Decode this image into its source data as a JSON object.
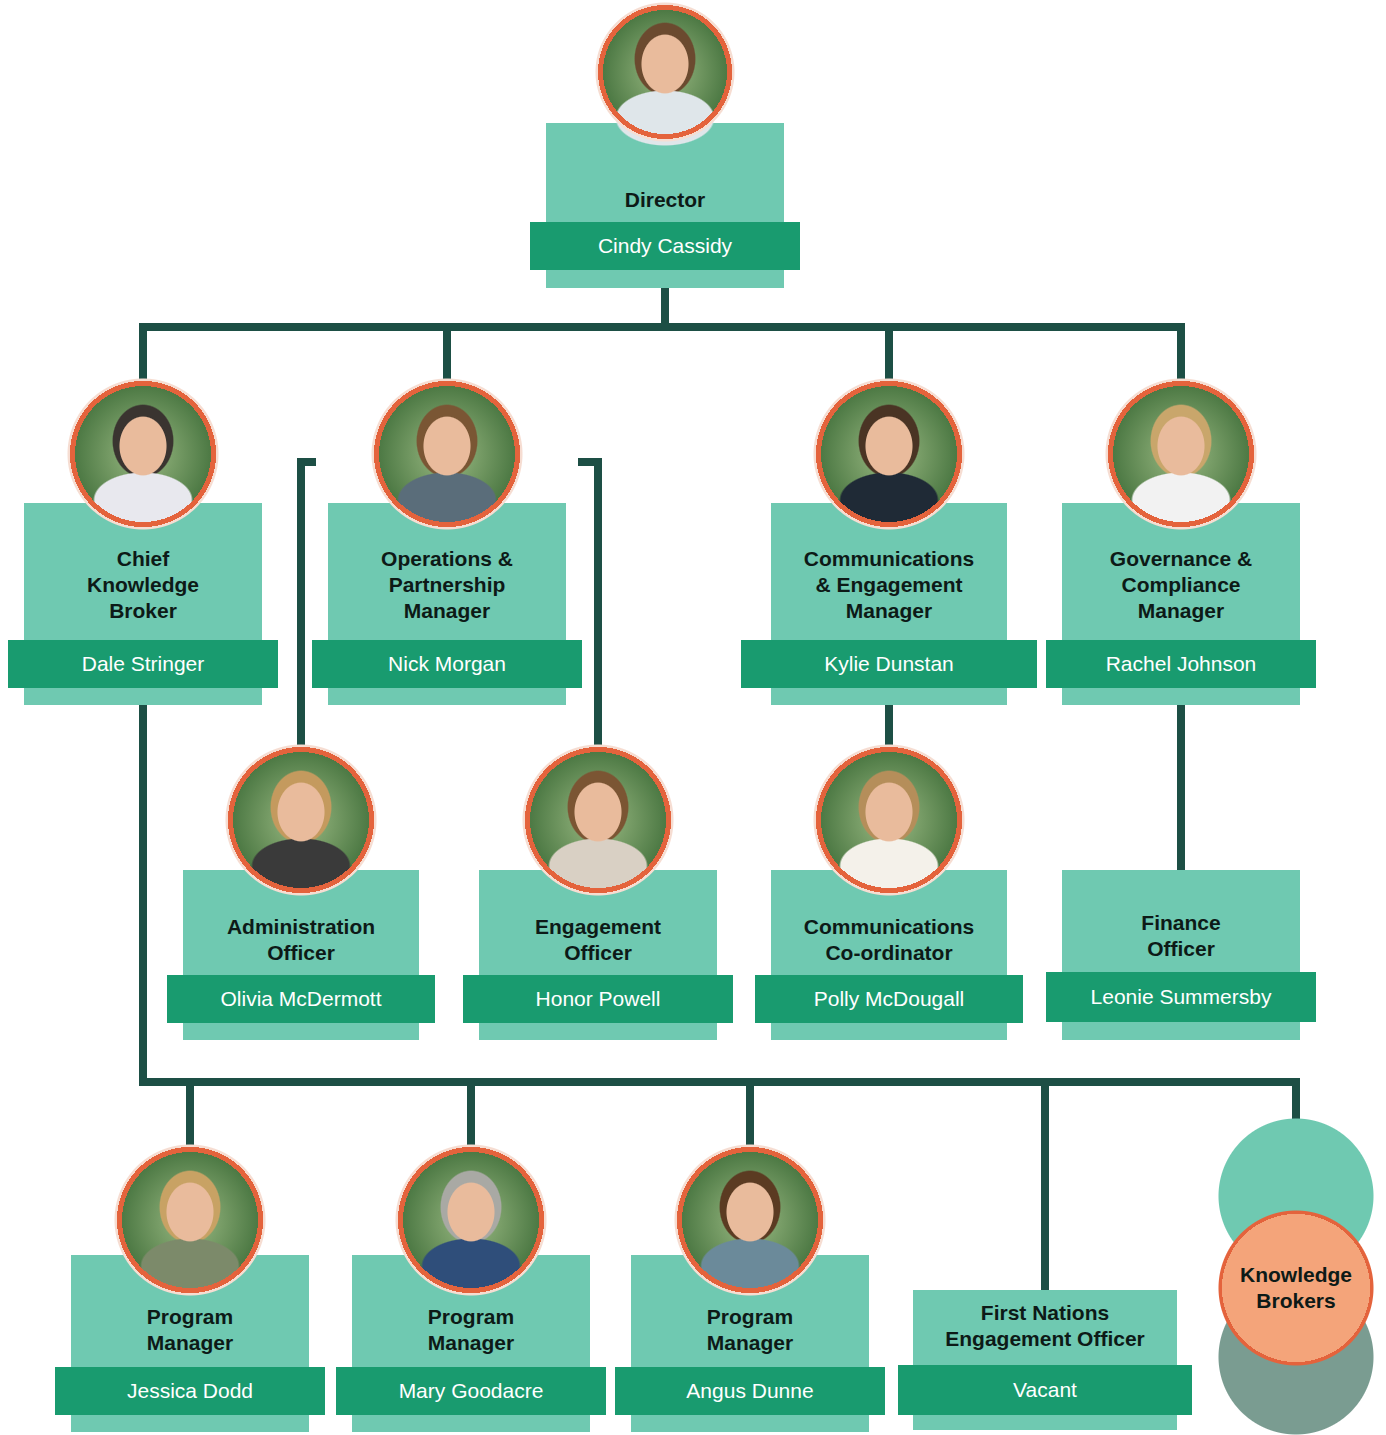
{
  "diagram": {
    "nodes": [
      {
        "text": [
          "Director",
          "Cindy Cassidy"
        ]
      },
      {
        "text": [
          "Chief Knowledge Broker",
          "Dale Stringer"
        ]
      },
      {
        "text": [
          "Operations & Partnership Manager",
          "Nick Morgan"
        ]
      },
      {
        "text": [
          "Communications & Engagement Manager",
          "Kylie Dunstan"
        ]
      },
      {
        "text": [
          "Governance & Compliance Manager",
          "Rachel Johnson"
        ]
      },
      {
        "text": [
          "Administration Officer",
          "Olivia McDermott"
        ]
      },
      {
        "text": [
          "Engagement Officer",
          "Honor Powell"
        ]
      },
      {
        "text": [
          "Communications Co-ordinator",
          "Polly McDougall"
        ]
      },
      {
        "text": [
          "Finance Officer",
          "Leonie Summersby"
        ]
      },
      {
        "text": [
          "Program Manager",
          "Jessica Dodd"
        ]
      },
      {
        "text": [
          "Program Manager",
          "Mary Goodacre"
        ]
      },
      {
        "text": [
          "Program Manager",
          "Angus Dunne"
        ]
      },
      {
        "text": [
          "First Nations Engagement Officer",
          "Vacant"
        ]
      },
      {
        "text": [
          "Knowledge Brokers"
        ]
      }
    ],
    "edges": [
      {
        "from": 0,
        "to": 1,
        "arrow": "none"
      },
      {
        "from": 0,
        "to": 2,
        "arrow": "none"
      },
      {
        "from": 0,
        "to": 3,
        "arrow": "none"
      },
      {
        "from": 0,
        "to": 4,
        "arrow": "none"
      },
      {
        "from": 2,
        "to": 5,
        "arrow": "none"
      },
      {
        "from": 2,
        "to": 6,
        "arrow": "none"
      },
      {
        "from": 3,
        "to": 7,
        "arrow": "none"
      },
      {
        "from": 4,
        "to": 8,
        "arrow": "none"
      },
      {
        "from": 1,
        "to": 9,
        "arrow": "none"
      },
      {
        "from": 1,
        "to": 10,
        "arrow": "none"
      },
      {
        "from": 1,
        "to": 11,
        "arrow": "none"
      },
      {
        "from": 1,
        "to": 12,
        "arrow": "none"
      },
      {
        "from": 1,
        "to": 13,
        "arrow": "none"
      }
    ]
  }
}
